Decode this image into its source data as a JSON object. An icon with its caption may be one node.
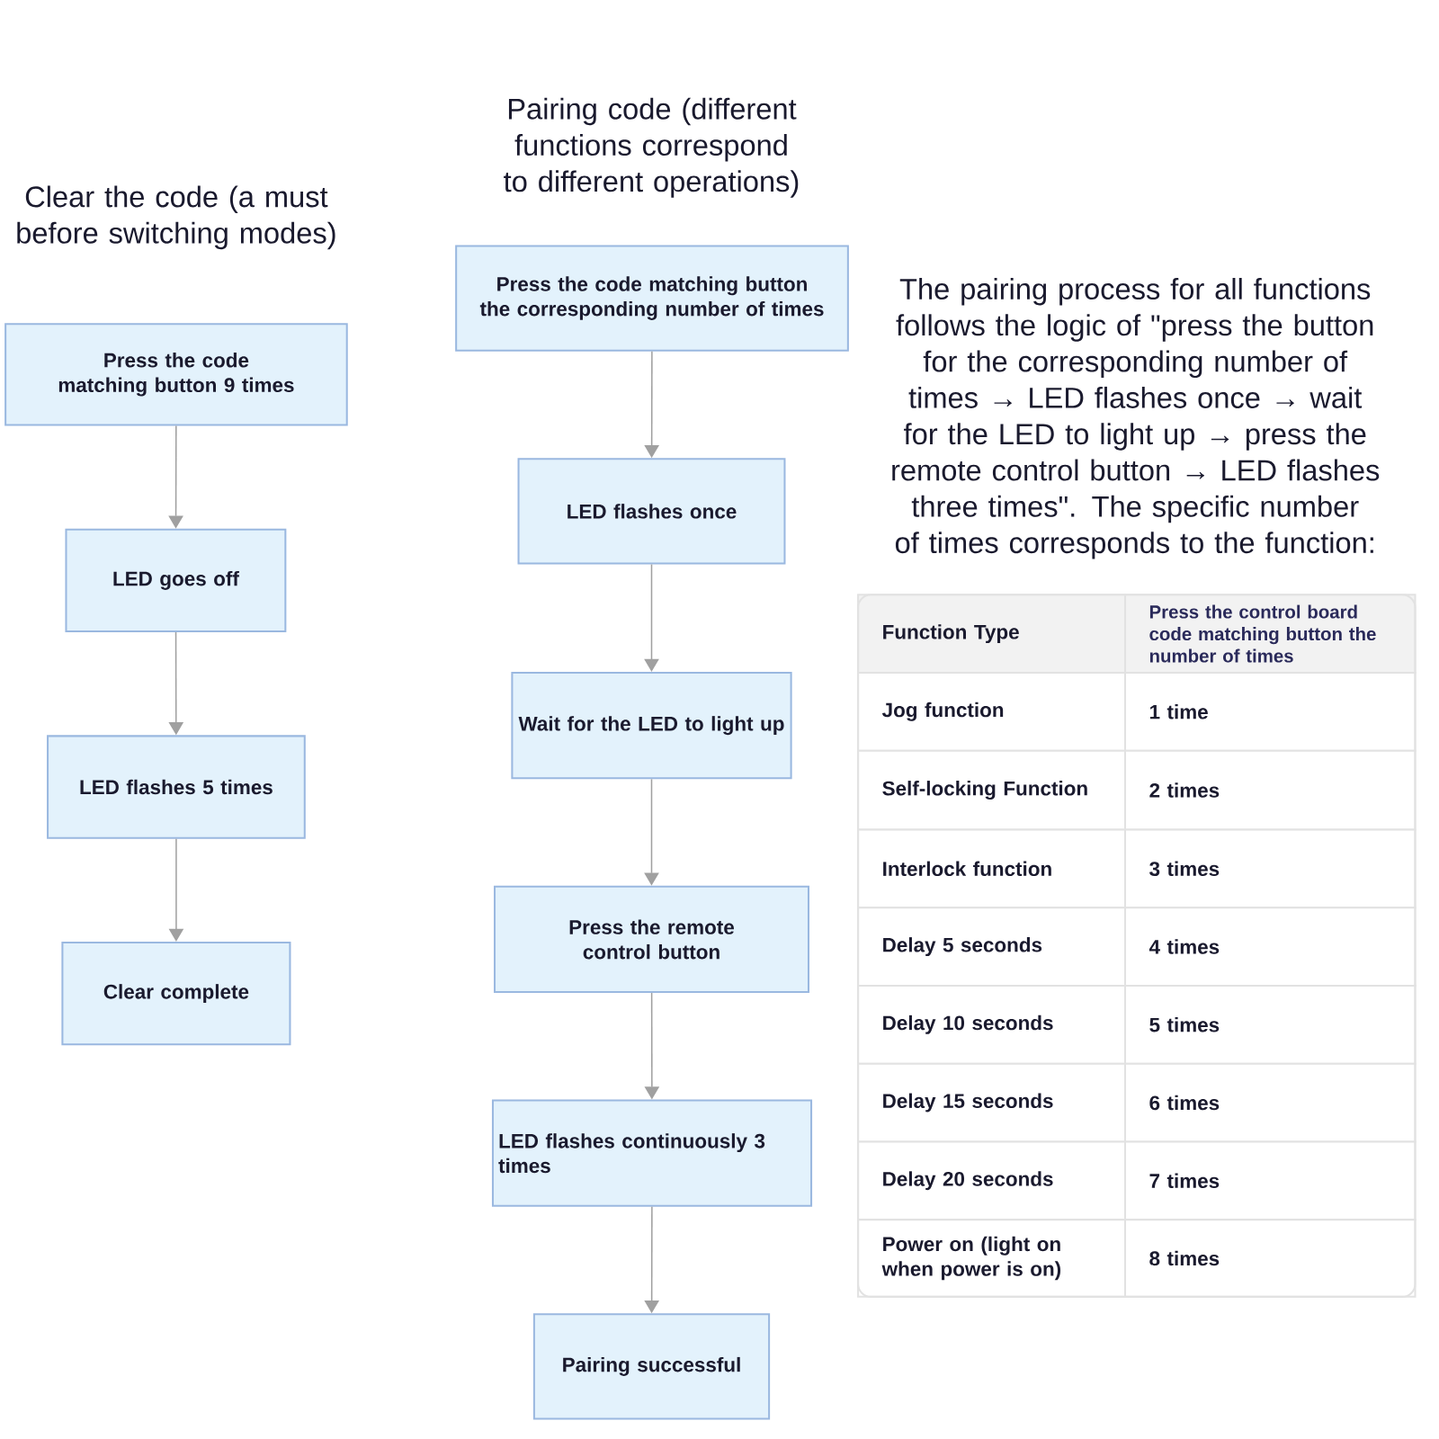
{
  "diagram": {
    "nodes": [
      {
        "text": [
          "Press the code matching button 9 times"
        ]
      },
      {
        "text": [
          "LED goes off"
        ]
      },
      {
        "text": [
          "LED flashes 5 times"
        ]
      },
      {
        "text": [
          "Clear complete"
        ]
      },
      {
        "text": [
          "Press the code matching button the corresponding number of times"
        ]
      },
      {
        "text": [
          "LED flashes once"
        ]
      },
      {
        "text": [
          "Wait for the LED to light up"
        ]
      },
      {
        "text": [
          "Press the remote control button"
        ]
      },
      {
        "text": [
          "LED flashes continuously 3 times"
        ]
      },
      {
        "text": [
          "Pairing successful"
        ]
      }
    ],
    "edges": [
      {
        "from": 0,
        "to": 1,
        "arrow": "to"
      },
      {
        "from": 1,
        "to": 2,
        "arrow": "to"
      },
      {
        "from": 2,
        "to": 3,
        "arrow": "to"
      },
      {
        "from": 4,
        "to": 5,
        "arrow": "to"
      },
      {
        "from": 5,
        "to": 6,
        "arrow": "to"
      },
      {
        "from": 6,
        "to": 7,
        "arrow": "to"
      },
      {
        "from": 7,
        "to": 8,
        "arrow": "to"
      },
      {
        "from": 8,
        "to": 9,
        "arrow": "to"
      }
    ],
    "labels": [
      "Pairing code (different functions correspond to different operations)",
      "Clear the code (a must before switching modes)",
      "The pairing process for all functions follows the logic of \"press the button for the corresponding number of times → LED flashes once → wait for the LED to light up → press the remote control button → LED flashes three times\". The specific number of times corresponds to the function:",
      "Function Type",
      "Press the control board code matching button the number of times",
      "Jog function",
      "1 time",
      "Self-locking Function",
      "2 times",
      "Interlock function",
      "3 times",
      "Delay 5 seconds",
      "4 times",
      "Delay 10 seconds",
      "5 times",
      "Delay 15 seconds",
      "6 times",
      "Delay 20 seconds",
      "7 times",
      "Power on (light on when power is on)",
      "8 times"
    ]
  }
}
